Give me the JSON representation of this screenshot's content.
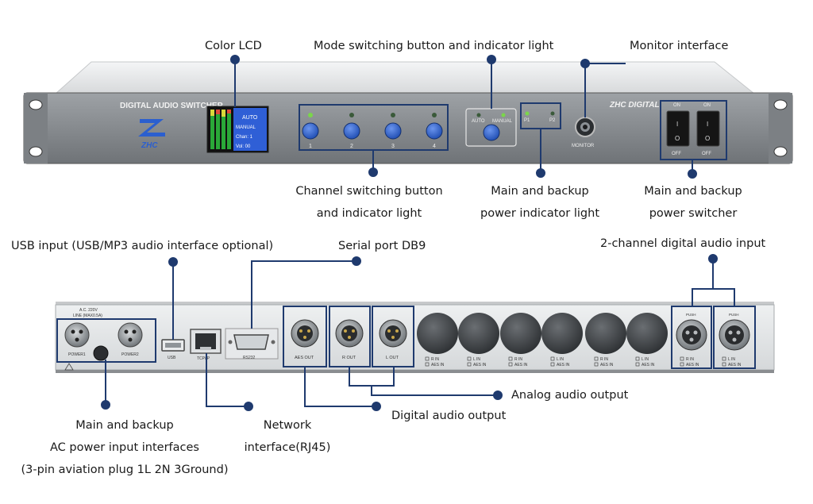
{
  "front_callouts": {
    "color_lcd": "Color LCD",
    "mode_switch": "Mode switching button and indicator light",
    "monitor": "Monitor interface",
    "channel_switch": [
      "Channel switching button",
      "and indicator light"
    ],
    "power_indicator": [
      "Main and backup",
      "power indicator light"
    ],
    "power_switcher": [
      "Main and backup",
      "power switcher"
    ]
  },
  "rear_callouts": {
    "usb": "USB input (USB/MP3 audio interface optional)",
    "serial": "Serial port DB9",
    "digital_input": "2-channel digital audio input",
    "analog_output": "Analog audio output",
    "digital_output": "Digital audio output",
    "network": [
      "Network",
      "interface(RJ45)"
    ],
    "ac_power": [
      "Main and backup",
      "AC power input interfaces",
      "(3-pin aviation plug 1L 2N 3Ground)"
    ]
  },
  "front_panel": {
    "product_label": "DIGITAL AUDIO SWITCHER",
    "logo_text": "ZHC",
    "brand": "ZHC DIGITAL",
    "lcd_lines": [
      "AUTO",
      "MANUAL",
      "Chan: 1",
      "Vol: 00"
    ],
    "channel_numbers": [
      "1",
      "2",
      "3",
      "4"
    ],
    "mode_labels": {
      "auto": "AUTO",
      "manual": "MANUAL"
    },
    "power_labels": [
      "P1",
      "P2"
    ],
    "monitor_label": "MONITOR",
    "switch_on": "ON",
    "switch_off": "OFF",
    "switch_on_mark": "I",
    "switch_off_mark": "O"
  },
  "rear_panel": {
    "ac_spec": [
      "A.C. 220V",
      "LINE (MAX0.5A)"
    ],
    "power_labels": [
      "POWER1",
      "POWER2"
    ],
    "usb_label": "USB",
    "tcpip_label": "TCP/IP",
    "rs232_label": "RS232",
    "xlr_outputs": [
      "AES OUT",
      "R OUT",
      "L OUT"
    ],
    "input_labels": [
      [
        "R IN",
        "AES IN"
      ],
      [
        "L IN",
        "AES IN"
      ],
      [
        "R IN",
        "AES IN"
      ],
      [
        "L IN",
        "AES IN"
      ],
      [
        "R IN",
        "AES IN"
      ],
      [
        "L IN",
        "AES IN"
      ],
      [
        "R IN",
        "AES IN"
      ],
      [
        "L IN",
        "AES IN"
      ]
    ],
    "xlr_push": "PUSH"
  },
  "colors": {
    "callout_blue": "#1f3a6e",
    "panel_gray": "#8c9094",
    "lcd_blue": "#2f5fd6",
    "button_blue": "#2a5bc4",
    "led_green": "#7ad64a"
  }
}
